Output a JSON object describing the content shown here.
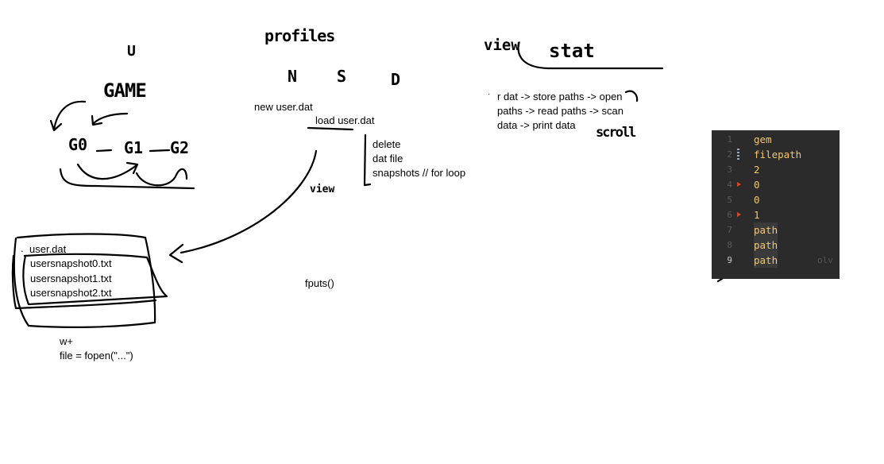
{
  "sketch_labels": {
    "u": "U",
    "game": "GAME",
    "g0": "G0",
    "g1": "G1",
    "g2": "G2",
    "profiles": "profiles",
    "n": "N",
    "s": "S",
    "d": "D",
    "view_small": "view",
    "view": "view",
    "stat": "stat",
    "scroll": "scroll"
  },
  "notes": {
    "new_user": "new user.dat",
    "load_user": "load user.dat",
    "delete_lines": [
      "delete",
      "dat file",
      "snapshots // for loop"
    ],
    "read_flow": [
      "r dat -> store paths -> open",
      "paths -> read paths -> scan",
      "data -> print data"
    ],
    "fputs": "fputs()",
    "mode_lines": [
      "w+",
      "file = fopen(\"...\")"
    ]
  },
  "file_box": {
    "title": "user.dat",
    "files": [
      "usersnapshot0.txt",
      "usersnapshot1.txt",
      "usersnapshot2.txt"
    ]
  },
  "editor": {
    "lines": [
      {
        "num": "1",
        "text": "gem"
      },
      {
        "num": "2",
        "text": "filepath"
      },
      {
        "num": "3",
        "text": "2"
      },
      {
        "num": "4",
        "text": "0"
      },
      {
        "num": "5",
        "text": "0"
      },
      {
        "num": "6",
        "text": "1"
      },
      {
        "num": "7",
        "text": "path"
      },
      {
        "num": "8",
        "text": "path"
      },
      {
        "num": "9",
        "text": "path"
      }
    ],
    "ghost_text": "olv"
  }
}
